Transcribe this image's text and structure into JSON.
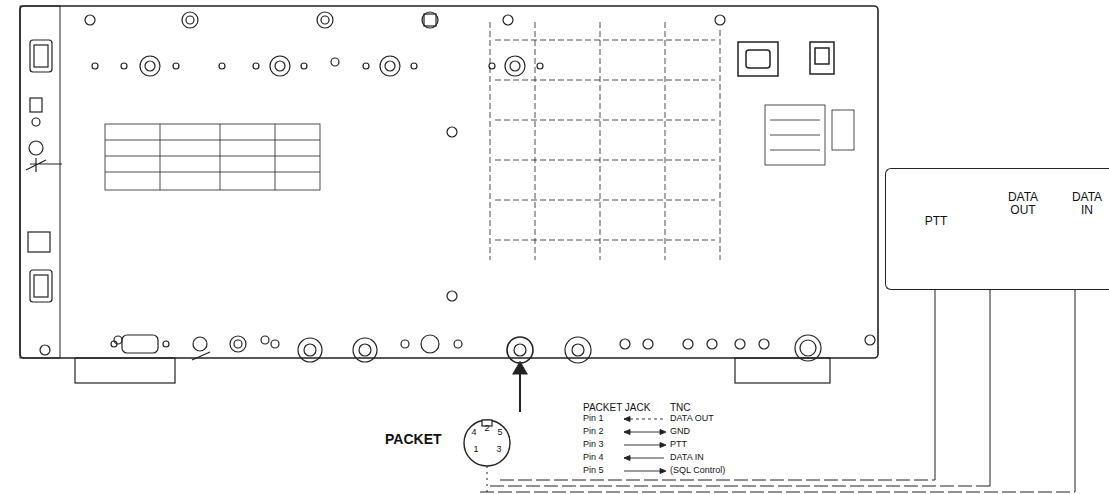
{
  "diagram": {
    "nodes": [
      {
        "text": [
          "PTT",
          "DATA OUT",
          "DATA IN"
        ]
      }
    ],
    "labels": [
      "PACKET",
      "PACKET JACK",
      "TNC",
      "Pin 1",
      "Pin 2",
      "Pin 3",
      "Pin 4",
      "Pin 5",
      "DATA OUT",
      "GND",
      "PTT",
      "DATA IN",
      "(SQL Control)",
      "4",
      "2",
      "5",
      "1",
      "3"
    ]
  }
}
